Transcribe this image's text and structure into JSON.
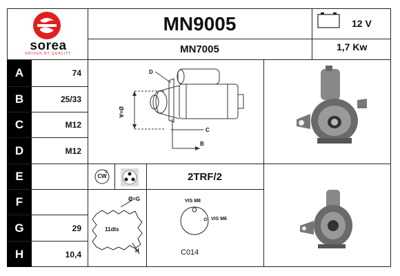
{
  "brand": {
    "name": "sorea",
    "tagline": "DRIVEN BY QUALITY",
    "accent": "#e0201e"
  },
  "header": {
    "part_number": "MN9005",
    "alt_number": "MN7005",
    "voltage": "12 V",
    "power": "1,7 Kw",
    "battery_icon": "battery-icon"
  },
  "rows": [
    {
      "label": "A",
      "value": "74"
    },
    {
      "label": "B",
      "value": "25/33"
    },
    {
      "label": "C",
      "value": "M12"
    },
    {
      "label": "D",
      "value": "M12"
    },
    {
      "label": "E",
      "value": ""
    },
    {
      "label": "F",
      "value": ""
    },
    {
      "label": "G",
      "value": "29"
    },
    {
      "label": "H",
      "value": "10,4"
    }
  ],
  "diagram": {
    "labels": {
      "d": "D",
      "a": "Ø=A",
      "c": "C",
      "b": "B"
    }
  },
  "rotation": {
    "direction": "CW",
    "reference": "2TRF/2"
  },
  "pinion": {
    "g_label": "Ø=G",
    "teeth_label": "11dts",
    "h_label": "H"
  },
  "terminals": {
    "m8": "VIS M8",
    "m6": "VIS M6",
    "code": "C014"
  }
}
